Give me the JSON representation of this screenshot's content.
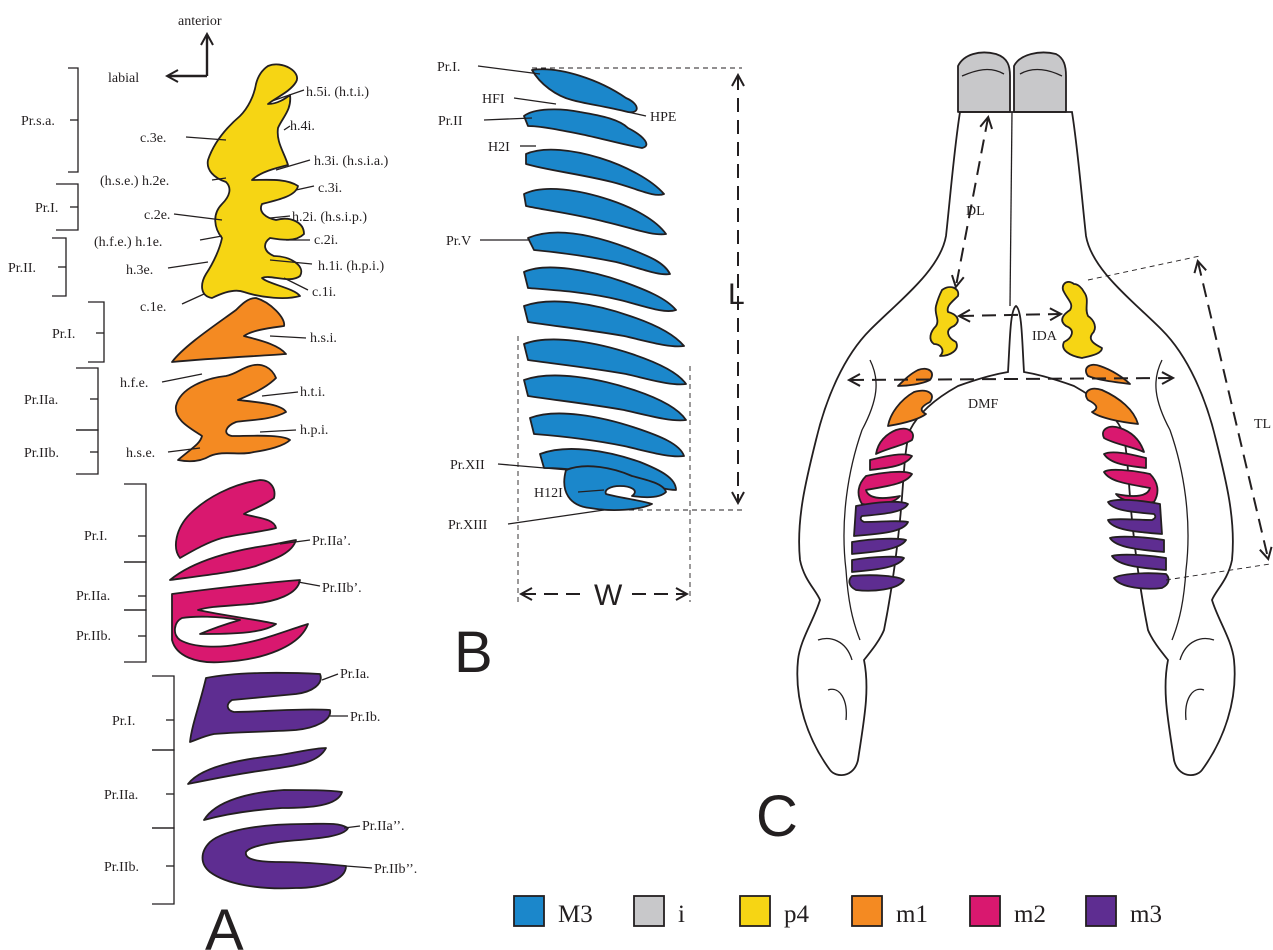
{
  "colors": {
    "M3": "#1b87cb",
    "i": "#c8c8ca",
    "p4": "#f6d514",
    "m1": "#f48a22",
    "m2": "#d9186f",
    "m3": "#5e2d91"
  },
  "panel_a": {
    "letter": "A",
    "orientation": {
      "anterior": "anterior",
      "labial": "labial"
    },
    "p4": {
      "brackets": [
        "Pr.s.a.",
        "Pr.I.",
        "Pr.II."
      ],
      "labels": {
        "h5i": "h.5i. (h.t.i.)",
        "c3e": "c.3e.",
        "h4i": "h.4i.",
        "h3i": "h.3i. (h.s.i.a.)",
        "h2e": "(h.s.e.) h.2e.",
        "c3i": "c.3i.",
        "c2e": "c.2e.",
        "h2i": "h.2i. (h.s.i.p.)",
        "h1e": "(h.f.e.) h.1e.",
        "c2i": "c.2i.",
        "h3e": "h.3e.",
        "h1i": "h.1i. (h.p.i.)",
        "c1i": "c.1i.",
        "c1e": "c.1e."
      }
    },
    "m1": {
      "brackets": [
        "Pr.I.",
        "Pr.IIa.",
        "Pr.IIb."
      ],
      "labels": {
        "hsi": "h.s.i.",
        "hfe": "h.f.e.",
        "hti": "h.t.i.",
        "hse": "h.s.e.",
        "hpi": "h.p.i."
      }
    },
    "m2": {
      "brackets": [
        "Pr.I.",
        "Pr.IIa.",
        "Pr.IIb."
      ],
      "labels": {
        "pr2a": "Pr.IIa’.",
        "pr2b": "Pr.IIb’."
      }
    },
    "m3": {
      "brackets": [
        "Pr.I.",
        "Pr.IIa.",
        "Pr.IIb."
      ],
      "labels": {
        "pr1a": "Pr.Ia.",
        "pr1b": "Pr.Ib.",
        "pr2a": "Pr.IIa’’.",
        "pr2b": "Pr.IIb’’."
      }
    }
  },
  "panel_b": {
    "letter": "B",
    "labels": {
      "pr1": "Pr.I.",
      "hfi": "HFI",
      "hpe": "HPE",
      "pr2": "Pr.II",
      "h2i": "H2I",
      "pr5": "Pr.V",
      "pr12": "Pr.XII",
      "h12i": "H12I",
      "pr13": "Pr.XIII"
    },
    "length_label": "L",
    "width_label": "W"
  },
  "panel_c": {
    "letter": "C",
    "measures": {
      "dl": "DL",
      "ida": "IDA",
      "dmf": "DMF",
      "tl": "TL"
    }
  },
  "legend": [
    {
      "key": "M3",
      "label": "M3"
    },
    {
      "key": "i",
      "label": "i"
    },
    {
      "key": "p4",
      "label": "p4"
    },
    {
      "key": "m1",
      "label": "m1"
    },
    {
      "key": "m2",
      "label": "m2"
    },
    {
      "key": "m3",
      "label": "m3"
    }
  ]
}
